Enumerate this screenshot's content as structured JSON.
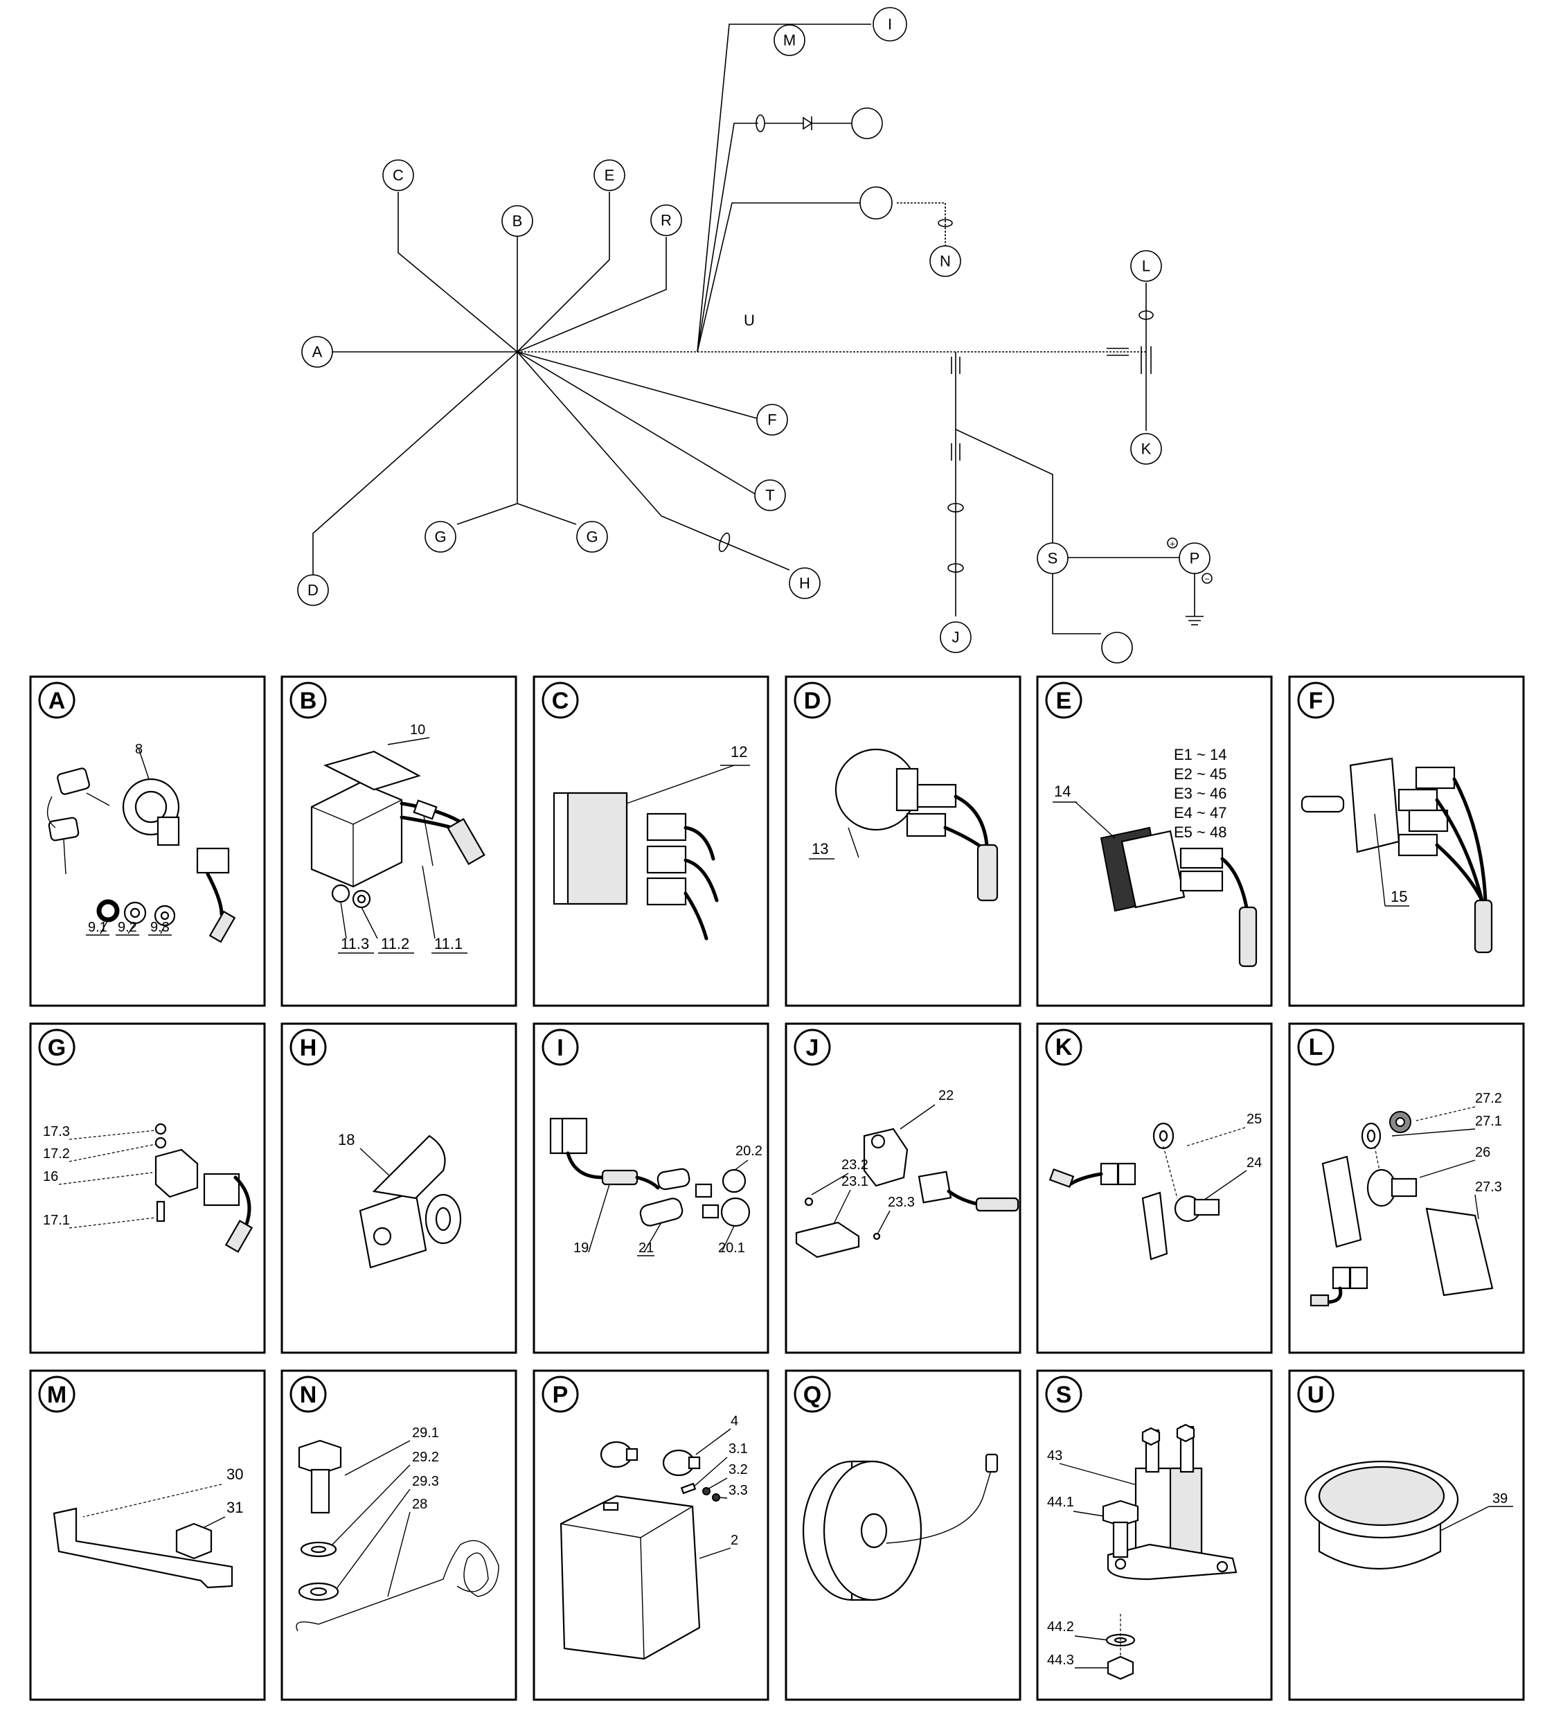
{
  "wiring": {
    "nodes": [
      "A",
      "B",
      "C",
      "D",
      "E",
      "F",
      "G",
      "G",
      "H",
      "I",
      "M",
      "N",
      "L",
      "K",
      "J",
      "S",
      "P",
      "R",
      "T"
    ],
    "trunk_label": "U",
    "battery_plus": "+",
    "battery_minus": "−"
  },
  "panels": [
    {
      "letter": "A",
      "labels": [
        "8",
        "9.1",
        "9.2",
        "9.3"
      ]
    },
    {
      "letter": "B",
      "labels": [
        "10",
        "11.3",
        "11.2",
        "11.1"
      ]
    },
    {
      "letter": "C",
      "labels": [
        "12"
      ]
    },
    {
      "letter": "D",
      "labels": [
        "13"
      ]
    },
    {
      "letter": "E",
      "labels": [
        "14"
      ],
      "variants": [
        "E1 ~ 14",
        "E2 ~ 45",
        "E3 ~ 46",
        "E4 ~ 47",
        "E5 ~ 48"
      ]
    },
    {
      "letter": "F",
      "labels": [
        "15"
      ]
    },
    {
      "letter": "G",
      "labels": [
        "17.3",
        "17.2",
        "16",
        "17.1"
      ]
    },
    {
      "letter": "H",
      "labels": [
        "18"
      ]
    },
    {
      "letter": "I",
      "labels": [
        "20.2",
        "19",
        "21",
        "20.1"
      ]
    },
    {
      "letter": "J",
      "labels": [
        "22",
        "23.2",
        "23.1",
        "23.3"
      ]
    },
    {
      "letter": "K",
      "labels": [
        "25",
        "24"
      ]
    },
    {
      "letter": "L",
      "labels": [
        "27.2",
        "27.1",
        "26",
        "27.3"
      ]
    },
    {
      "letter": "M",
      "labels": [
        "30",
        "31"
      ]
    },
    {
      "letter": "N",
      "labels": [
        "29.1",
        "29.2",
        "29.3",
        "28"
      ]
    },
    {
      "letter": "P",
      "labels": [
        "4",
        "3.1",
        "3.2",
        "3.3",
        "2"
      ]
    },
    {
      "letter": "Q",
      "labels": []
    },
    {
      "letter": "S",
      "labels": [
        "43",
        "44.1",
        "44.2",
        "44.3"
      ]
    },
    {
      "letter": "U",
      "labels": [
        "39"
      ]
    }
  ]
}
